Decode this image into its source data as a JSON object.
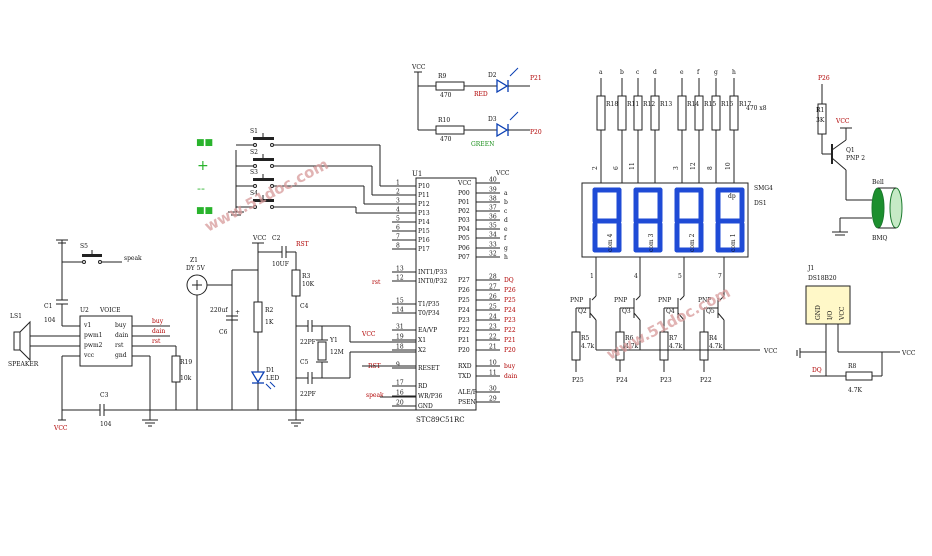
{
  "vcc": "VCC",
  "u1": {
    "name": "U1",
    "part": "STC89C51RC",
    "left_pins": [
      {
        "n": "1",
        "l": "P10"
      },
      {
        "n": "2",
        "l": "P11"
      },
      {
        "n": "3",
        "l": "P12"
      },
      {
        "n": "4",
        "l": "P13"
      },
      {
        "n": "5",
        "l": "P14"
      },
      {
        "n": "6",
        "l": "P15"
      },
      {
        "n": "7",
        "l": "P16"
      },
      {
        "n": "8",
        "l": "P17"
      },
      {
        "n": "13",
        "l": "INT1/P33"
      },
      {
        "n": "12",
        "l": "INT0/P32"
      },
      {
        "n": "15",
        "l": "T1/P35"
      },
      {
        "n": "14",
        "l": "T0/P34"
      },
      {
        "n": "31",
        "l": "EA/VP"
      },
      {
        "n": "19",
        "l": "X1"
      },
      {
        "n": "18",
        "l": "X2"
      },
      {
        "n": "9",
        "l": "RESET"
      },
      {
        "n": "17",
        "l": "RD"
      },
      {
        "n": "16",
        "l": "WR/P36"
      },
      {
        "n": "20",
        "l": "GND"
      }
    ],
    "right_pins": [
      {
        "n": "40",
        "l": "VCC",
        "s": ""
      },
      {
        "n": "39",
        "l": "P00",
        "s": "a"
      },
      {
        "n": "38",
        "l": "P01",
        "s": "b"
      },
      {
        "n": "37",
        "l": "P02",
        "s": "c"
      },
      {
        "n": "36",
        "l": "P03",
        "s": "d"
      },
      {
        "n": "35",
        "l": "P04",
        "s": "e"
      },
      {
        "n": "34",
        "l": "P05",
        "s": "f"
      },
      {
        "n": "33",
        "l": "P06",
        "s": "g"
      },
      {
        "n": "32",
        "l": "P07",
        "s": "h"
      },
      {
        "n": "28",
        "l": "P27",
        "s": "DQ"
      },
      {
        "n": "27",
        "l": "P26",
        "s": "P26"
      },
      {
        "n": "26",
        "l": "P25",
        "s": "P25"
      },
      {
        "n": "25",
        "l": "P24",
        "s": "P24"
      },
      {
        "n": "24",
        "l": "P23",
        "s": "P23"
      },
      {
        "n": "23",
        "l": "P22",
        "s": "P22"
      },
      {
        "n": "22",
        "l": "P21",
        "s": "P21"
      },
      {
        "n": "21",
        "l": "P20",
        "s": "P20"
      },
      {
        "n": "10",
        "l": "RXD",
        "s": "buy"
      },
      {
        "n": "11",
        "l": "TXD",
        "s": "dain"
      },
      {
        "n": "30",
        "l": "ALE/P",
        "s": ""
      },
      {
        "n": "29",
        "l": "PSEN",
        "s": ""
      }
    ],
    "left_nets": {
      "rst": "rst",
      "vcc": "VCC",
      "RST": "RST",
      "speak": "speak"
    }
  },
  "switches": [
    "S1",
    "S2",
    "S3",
    "S4",
    "S5"
  ],
  "sw_symbols": [
    "+",
    "--"
  ],
  "leds": {
    "r9": "R9",
    "r9v": "470",
    "d2": "D2",
    "red": "RED",
    "p21": "P21",
    "r10": "R10",
    "r10v": "470",
    "d3": "D3",
    "green": "GREEN",
    "p20": "P20"
  },
  "voice": {
    "u2": "U2",
    "name": "VOICE",
    "pins_l": [
      "v1",
      "pwm1",
      "pwm2",
      "vcc"
    ],
    "pins_r": [
      "buy",
      "dain",
      "rst",
      "gnd"
    ],
    "nets": [
      "buy",
      "dain",
      "rst"
    ],
    "ls1": "LS1",
    "speaker": "SPEAKER",
    "c1": "C1",
    "c1v": "104",
    "c3": "C3",
    "c3v": "104",
    "r19": "R19",
    "r19v": "10k",
    "speak": "speak"
  },
  "power": {
    "z1": "Z1",
    "z1v": "DY 5V",
    "c6": "C6",
    "c6v": "220uf",
    "r2": "R2",
    "r2v": "1K",
    "d1": "D1",
    "d1v": "LED",
    "c2": "C2",
    "c2v": "10UF",
    "r3": "R3",
    "r3v": "10K",
    "rst": "RST",
    "c4": "C4",
    "c4v": "22PF",
    "c5": "C5",
    "c5v": "22PF",
    "y1": "Y1",
    "y1v": "12M"
  },
  "seg": {
    "name": "SMG4",
    "id": "DS1",
    "letters": [
      "a",
      "b",
      "c",
      "d",
      "e",
      "f",
      "g",
      "h"
    ],
    "resistors": [
      "R18",
      "R11",
      "R12",
      "R13",
      "R14",
      "R15",
      "R16",
      "R17"
    ],
    "rval": "470 x8",
    "top_pins": [
      "2",
      "6",
      "11",
      "3",
      "12",
      "8",
      "10"
    ],
    "dp": "dp",
    "coms": [
      "com 4",
      "com 3",
      "com 2",
      "com 1"
    ],
    "bot_pins": [
      "1",
      "4",
      "5",
      "7"
    ],
    "pnp": "PNP",
    "q": [
      "Q2",
      "Q3",
      "Q4",
      "Q5"
    ],
    "r": [
      "R5",
      "R6",
      "R7",
      "R4"
    ],
    "rv": "4.7k",
    "nets": [
      "P25",
      "P24",
      "P23",
      "P22"
    ],
    "side": "P26"
  },
  "bell": {
    "p26": "P26",
    "r1": "R1",
    "r1v": "3K",
    "q1": "Q1",
    "q1v": "PNP 2",
    "name": "Bell",
    "bmq": "BMQ"
  },
  "ds": {
    "j1": "J1",
    "name": "DS18B20",
    "pins": [
      "GND",
      "I/O",
      "VCC"
    ],
    "r8": "R8",
    "r8v": "4.7K",
    "dq": "DQ"
  },
  "watermark": "www.51doc.com"
}
